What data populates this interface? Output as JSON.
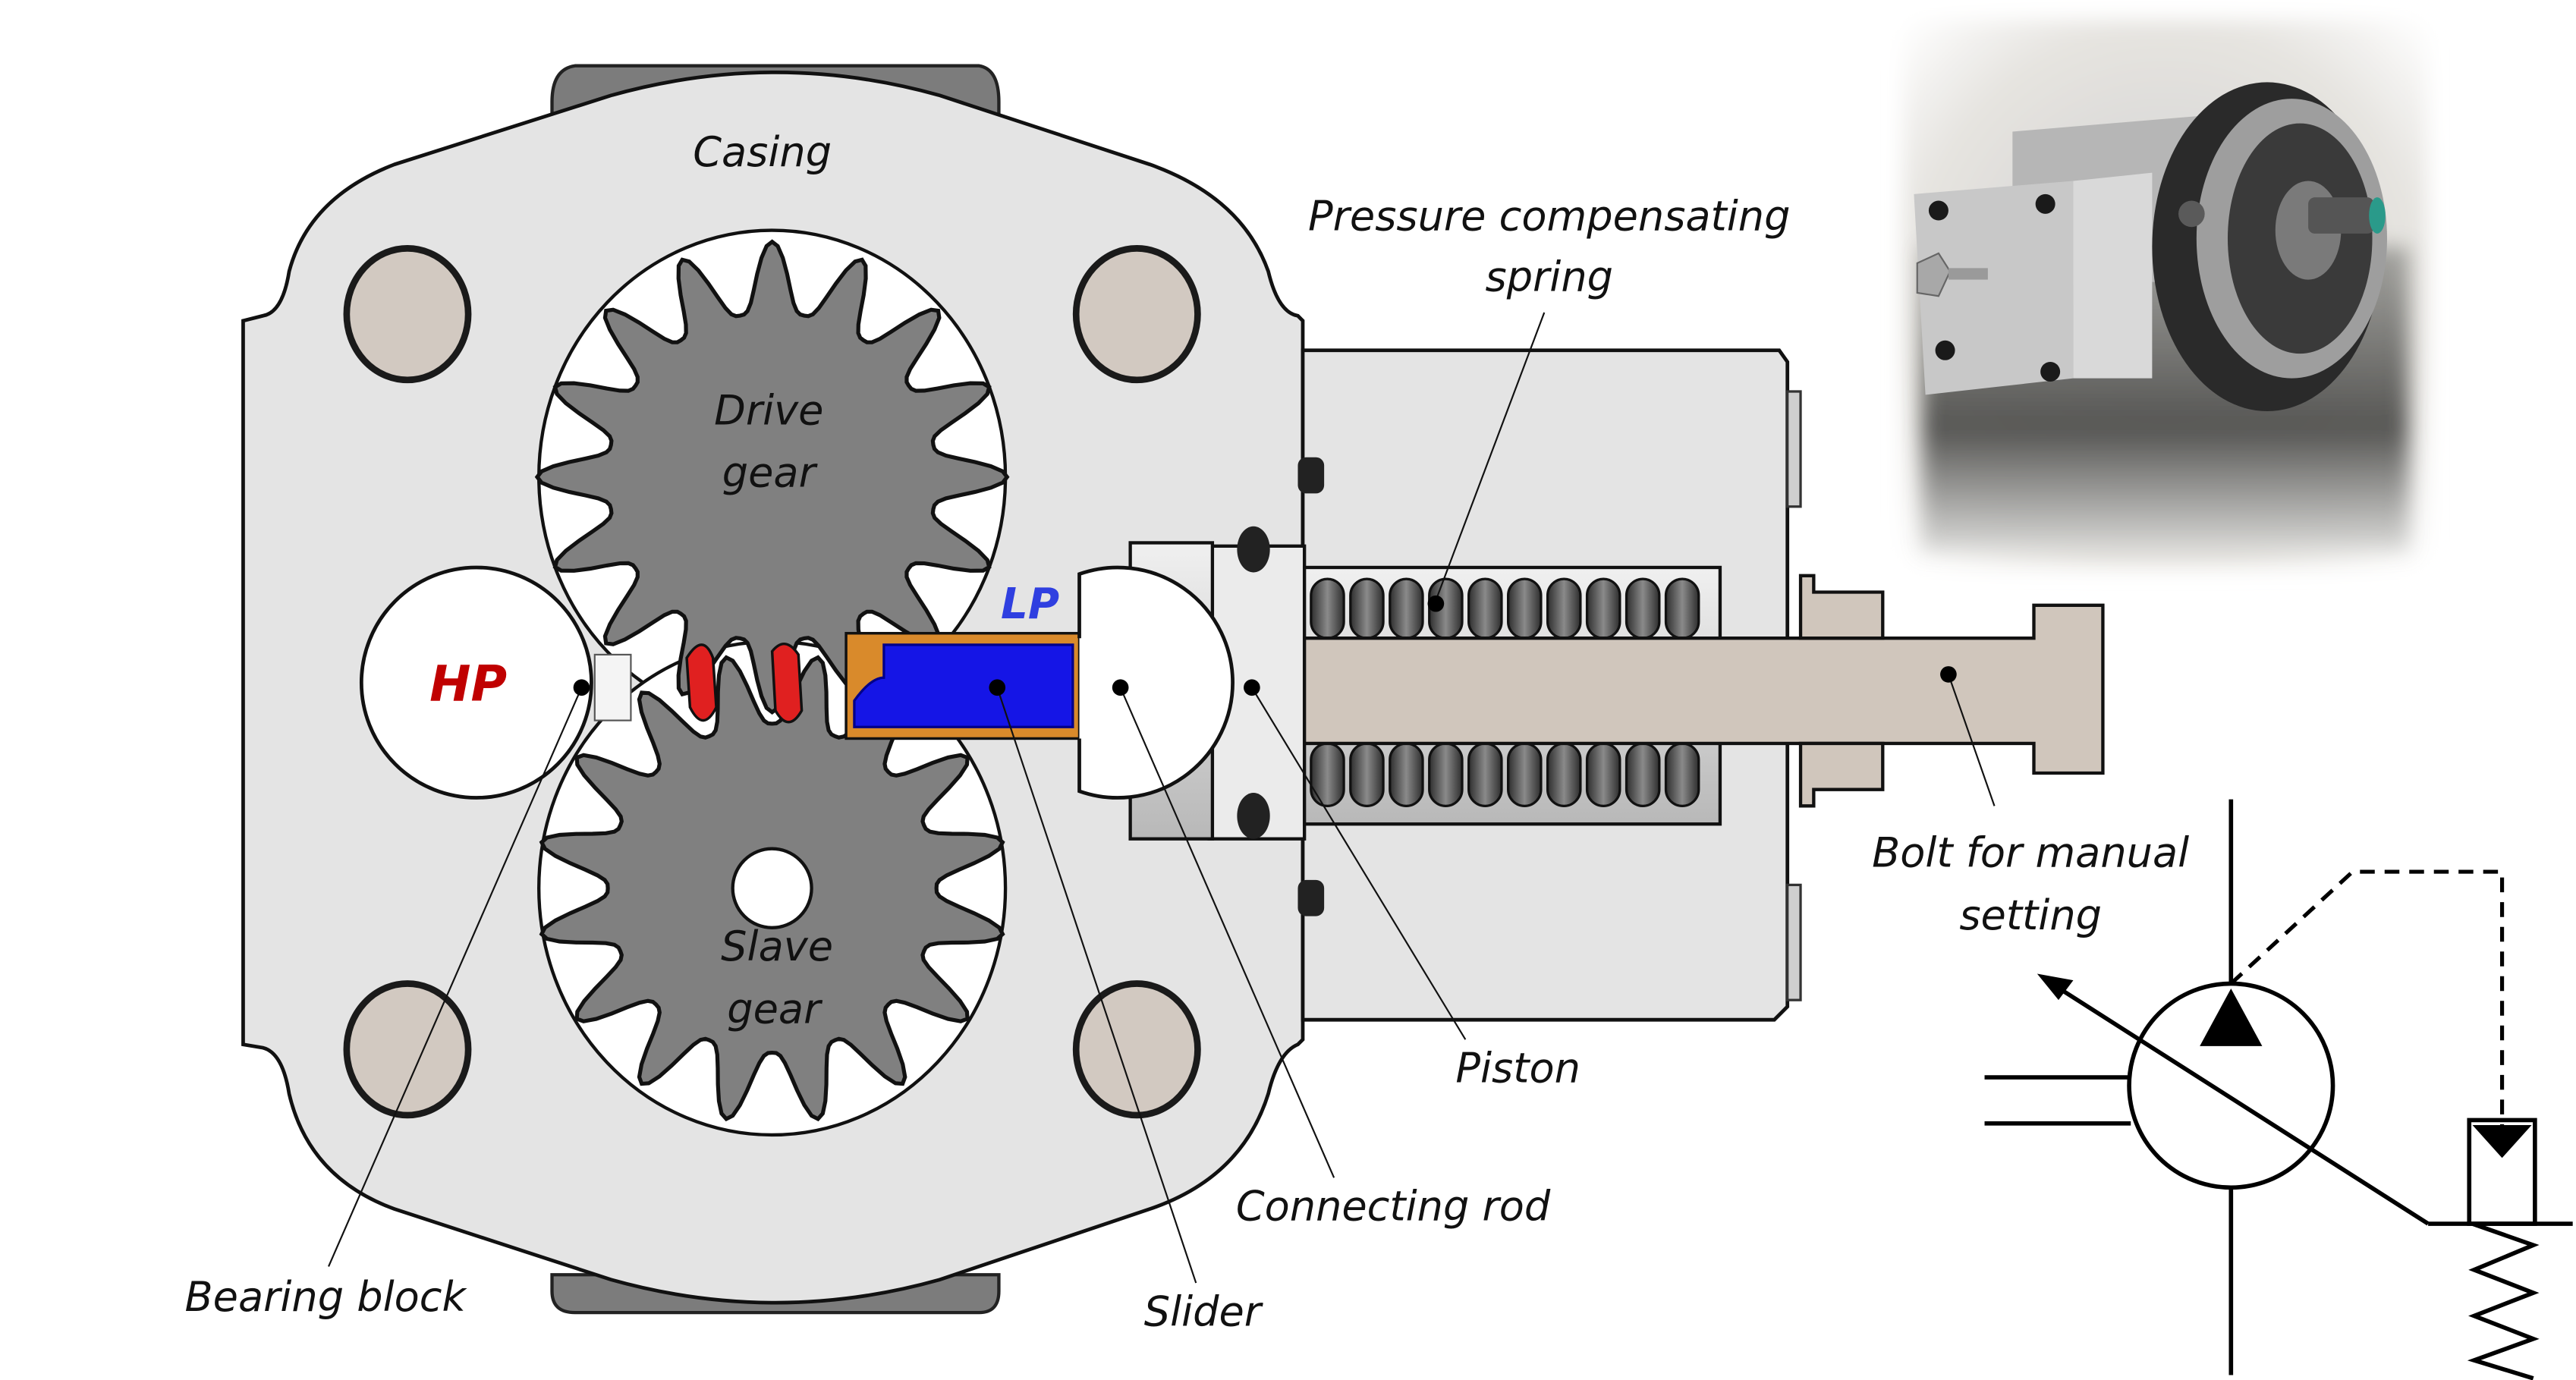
{
  "figure": {
    "title": "Pressure-compensated external gear pump: cross-section, photo and hydraulic symbol",
    "labels": {
      "casing": "Casing",
      "drive_gear_line1": "Drive",
      "drive_gear_line2": "gear",
      "slave_gear_line1": "Slave",
      "slave_gear_line2": "gear",
      "hp": "HP",
      "lp": "LP",
      "spring_line1": "Pressure compensating",
      "spring_line2": "spring",
      "bolt_line1": "Bolt for manual",
      "bolt_line2": "setting",
      "piston": "Piston",
      "connecting_rod": "Connecting rod",
      "slider": "Slider",
      "bearing_block": "Bearing block"
    },
    "colors": {
      "casing_fill": "#e4e4e4",
      "gear_fill": "#808080",
      "bolt_hole_fill": "#d2c9c1",
      "hp_text": "#c00000",
      "lp_text": "#2f3fe0",
      "slider_fill": "#1515e6",
      "slider_border": "#d98a2b",
      "hp_chamber_fill": "#e02020",
      "rod_fill": "#d0c6bc",
      "spring_fill": "#555555"
    },
    "photo": {
      "description": "Photograph of the gear pump with pressure compensator block and adjustment bolt"
    },
    "symbol": {
      "description": "ISO hydraulic symbol: variable displacement pump with pressure compensator"
    }
  }
}
